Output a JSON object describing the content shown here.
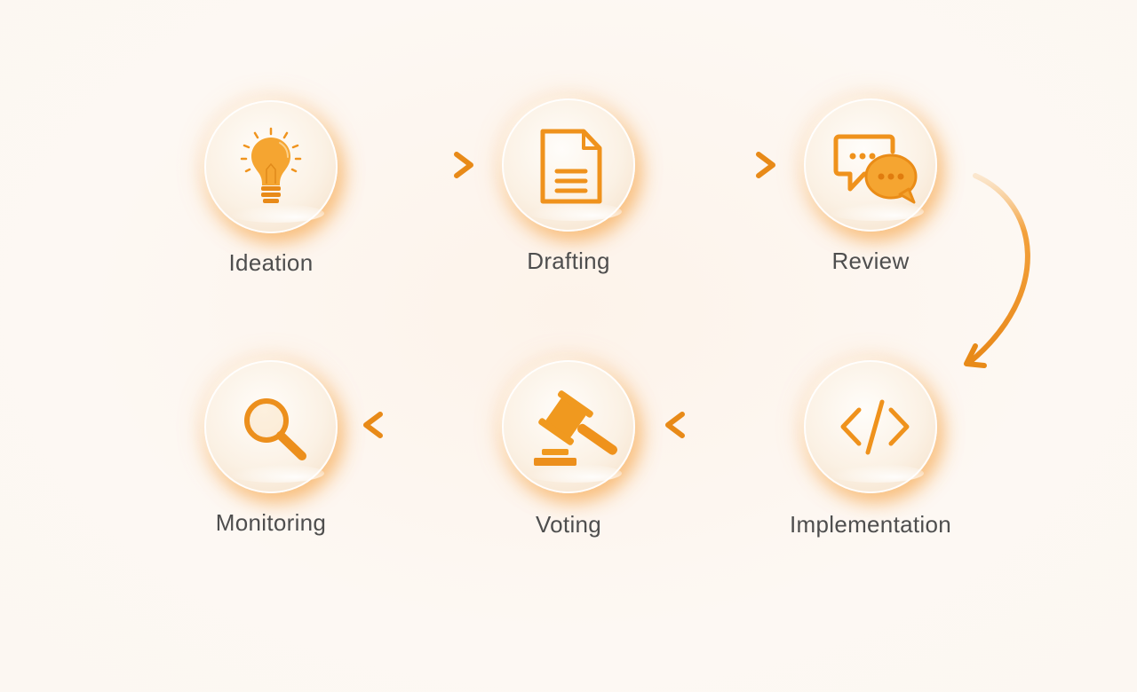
{
  "diagram": {
    "type": "process-flow",
    "colors": {
      "accent": "#f0941e",
      "accent_dark": "#e68612",
      "label": "#4e4e4e",
      "background": "#fdf7f1"
    },
    "steps": [
      {
        "label": "Ideation",
        "icon": "lightbulb-icon"
      },
      {
        "label": "Drafting",
        "icon": "document-icon"
      },
      {
        "label": "Review",
        "icon": "chat-bubbles-icon"
      },
      {
        "label": "Implementation",
        "icon": "code-icon"
      },
      {
        "label": "Voting",
        "icon": "gavel-icon"
      },
      {
        "label": "Monitoring",
        "icon": "magnifier-icon"
      }
    ],
    "connections": [
      {
        "from": "Ideation",
        "to": "Drafting",
        "direction": "right"
      },
      {
        "from": "Drafting",
        "to": "Review",
        "direction": "right"
      },
      {
        "from": "Review",
        "to": "Implementation",
        "direction": "curved-down"
      },
      {
        "from": "Implementation",
        "to": "Voting",
        "direction": "left"
      },
      {
        "from": "Voting",
        "to": "Monitoring",
        "direction": "left"
      }
    ]
  }
}
